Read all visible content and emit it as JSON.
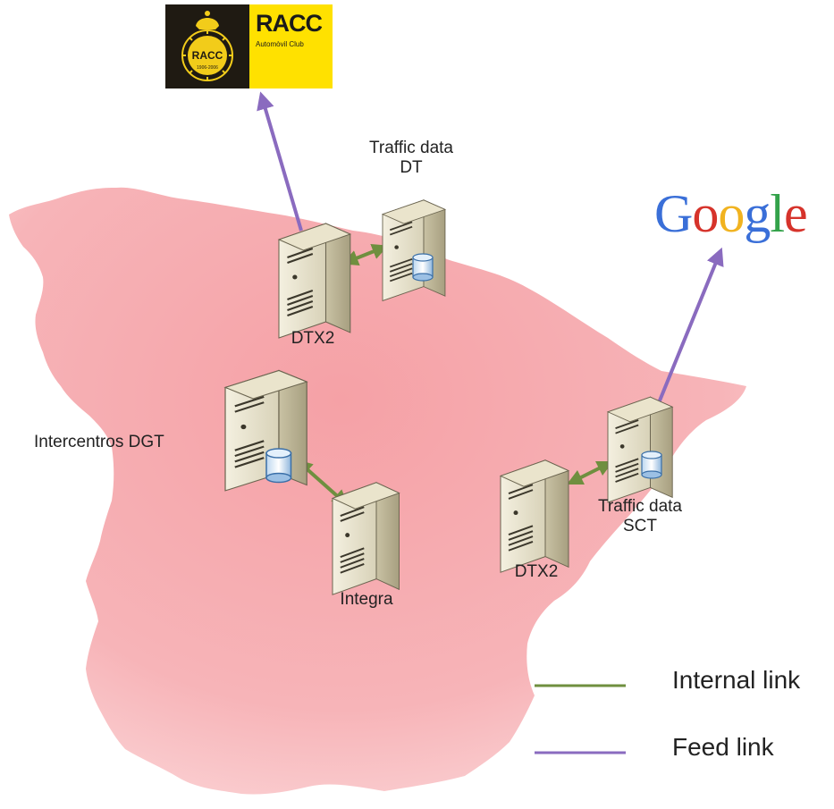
{
  "logos": {
    "racc": {
      "wordmark": "RACC",
      "subtitle": "Automòvil Club",
      "seal_text": "RACC",
      "seal_years": "1906-2006"
    },
    "google": {
      "letters": [
        "G",
        "o",
        "o",
        "g",
        "l",
        "e"
      ],
      "colors": [
        "#3a6fd8",
        "#d6332b",
        "#f1b320",
        "#3a6fd8",
        "#33a24a",
        "#d6332b"
      ]
    }
  },
  "labels": {
    "traffic_data_dt": [
      "Traffic data",
      "DT"
    ],
    "dtx2_north": "DTX2",
    "intercentros": "Intercentros DGT",
    "integra": "Integra",
    "dtx2_east": "DTX2",
    "traffic_data_sct": [
      "Traffic data",
      "SCT"
    ]
  },
  "legend": {
    "internal": {
      "label": "Internal link",
      "color": "#6f8f3f"
    },
    "feed": {
      "label": "Feed link",
      "color": "#8a6bbf"
    }
  },
  "colors": {
    "map_fill": "#f5a4a8",
    "map_fill_light": "#fde3e4"
  }
}
